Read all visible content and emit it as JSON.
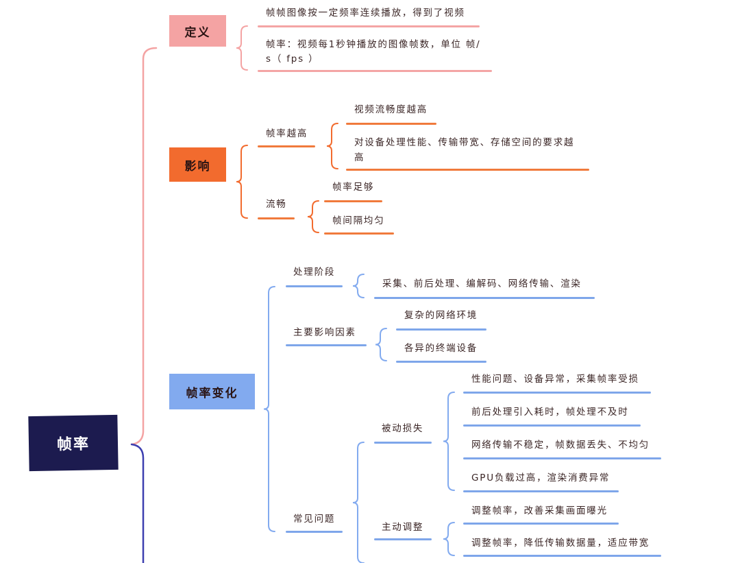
{
  "root": "帧率",
  "branches": {
    "definition": {
      "label": "定义",
      "items": [
        "帧帧图像按一定频率连续播放，得到了视频",
        "帧率：视频每1秒钟播放的图像帧数，单位 帧/",
        "s（ fps ）"
      ]
    },
    "impact": {
      "label": "影响",
      "high": {
        "label": "帧率越高",
        "items": [
          "视频流畅度越高",
          "对设备处理性能、传输带宽、存储空间的要求越",
          "高"
        ]
      },
      "smooth": {
        "label": "流畅",
        "items": [
          "帧率足够",
          "帧间隔均匀"
        ]
      }
    },
    "change": {
      "label": "帧率变化",
      "stage": {
        "label": "处理阶段",
        "items": [
          "采集、前后处理、编解码、网络传输、渲染"
        ]
      },
      "factors": {
        "label": "主要影响因素",
        "items": [
          "复杂的网络环境",
          "各异的终端设备"
        ]
      },
      "problems": {
        "label": "常见问题",
        "passive": {
          "label": "被动损失",
          "items": [
            "性能问题、设备异常，采集帧率受损",
            "前后处理引入耗时，帧处理不及时",
            "网络传输不稳定，帧数据丢失、不均匀",
            "GPU负载过高，渲染消费异常"
          ]
        },
        "active": {
          "label": "主动调整",
          "items": [
            "调整帧率，改善采集画面曝光",
            "调整帧率，降低传输数据量，适应带宽"
          ]
        }
      }
    }
  },
  "colors": {
    "root": "#1c1b4f",
    "definition": "#f4a3a3",
    "impact": "#f26b2e",
    "change": "#82aaef",
    "trunk": "#3d3fb0"
  }
}
